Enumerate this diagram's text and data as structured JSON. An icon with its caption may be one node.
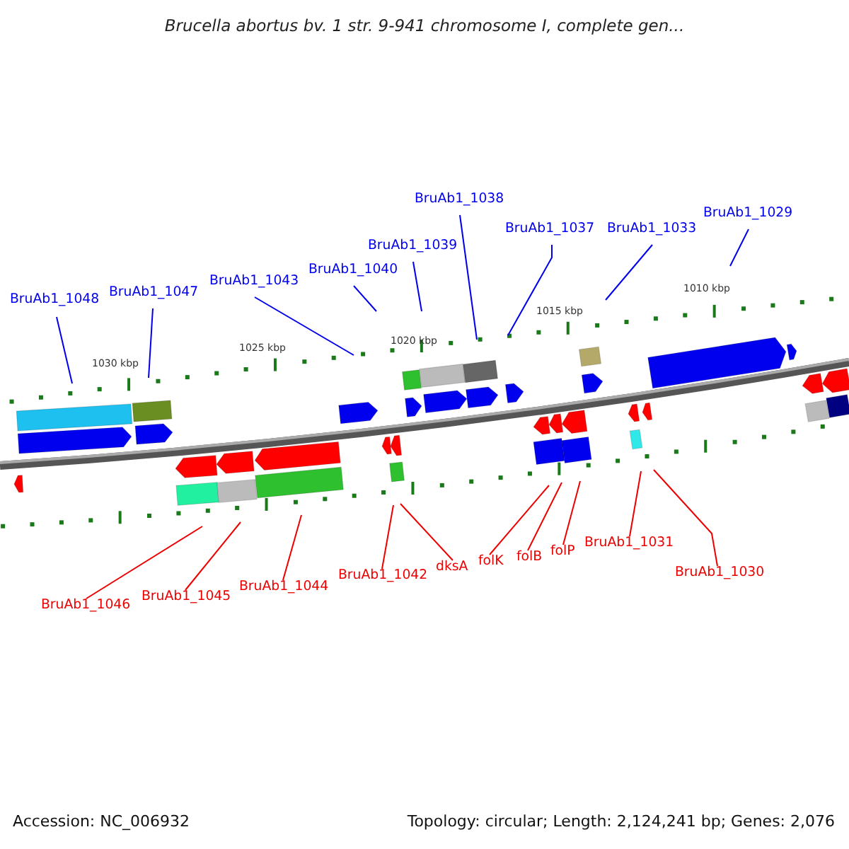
{
  "diagram": {
    "title": "Brucella abortus bv. 1 str. 9-941 chromosome I, complete gen...",
    "nodes": [
      {
        "text": [
          "BruAb1_1048"
        ]
      },
      {
        "text": [
          "BruAb1_1047"
        ]
      },
      {
        "text": [
          "BruAb1_1043"
        ]
      },
      {
        "text": [
          "BruAb1_1040"
        ]
      },
      {
        "text": [
          "BruAb1_1039"
        ]
      },
      {
        "text": [
          "BruAb1_1038"
        ]
      },
      {
        "text": [
          "BruAb1_1037"
        ]
      },
      {
        "text": [
          "BruAb1_1033"
        ]
      },
      {
        "text": [
          "BruAb1_1029"
        ]
      },
      {
        "text": [
          "BruAb1_1046"
        ]
      },
      {
        "text": [
          "BruAb1_1045"
        ]
      },
      {
        "text": [
          "BruAb1_1044"
        ]
      },
      {
        "text": [
          "BruAb1_1042"
        ]
      },
      {
        "text": [
          "dksA"
        ]
      },
      {
        "text": [
          "folK"
        ]
      },
      {
        "text": [
          "folB"
        ]
      },
      {
        "text": [
          "folP"
        ]
      },
      {
        "text": [
          "BruAb1_1031"
        ]
      },
      {
        "text": [
          "BruAb1_1030"
        ]
      }
    ],
    "edges": [
      {
        "from": 0,
        "to": null,
        "arrow": "none",
        "color": "#0000ee"
      },
      {
        "from": 1,
        "to": null,
        "arrow": "none",
        "color": "#0000ee"
      },
      {
        "from": 2,
        "to": null,
        "arrow": "none",
        "color": "#0000ee"
      },
      {
        "from": 3,
        "to": null,
        "arrow": "none",
        "color": "#0000ee"
      },
      {
        "from": 4,
        "to": null,
        "arrow": "none",
        "color": "#0000ee"
      },
      {
        "from": 5,
        "to": null,
        "arrow": "none",
        "color": "#0000ee"
      },
      {
        "from": 6,
        "to": null,
        "arrow": "none",
        "color": "#0000ee"
      },
      {
        "from": 7,
        "to": null,
        "arrow": "none",
        "color": "#0000ee"
      },
      {
        "from": 8,
        "to": null,
        "arrow": "none",
        "color": "#0000ee"
      },
      {
        "from": 9,
        "to": null,
        "arrow": "none"
      },
      {
        "from": 10,
        "to": null,
        "arrow": "none"
      },
      {
        "from": 11,
        "to": null,
        "arrow": "none"
      },
      {
        "from": 12,
        "to": null,
        "arrow": "none"
      },
      {
        "from": 13,
        "to": null,
        "arrow": "none"
      },
      {
        "from": 14,
        "to": null,
        "arrow": "none"
      },
      {
        "from": 15,
        "to": null,
        "arrow": "none"
      },
      {
        "from": 16,
        "to": null,
        "arrow": "none"
      },
      {
        "from": 17,
        "to": null,
        "arrow": "none"
      },
      {
        "from": 18,
        "to": null,
        "arrow": "none"
      }
    ],
    "labels": [
      "1030 kbp",
      "1025 kbp",
      "1020 kbp",
      "1015 kbp",
      "1010 kbp",
      "Accession: NC_006932",
      "Topology: circular; Length: 2,124,241 bp; Genes: 2,076"
    ]
  }
}
